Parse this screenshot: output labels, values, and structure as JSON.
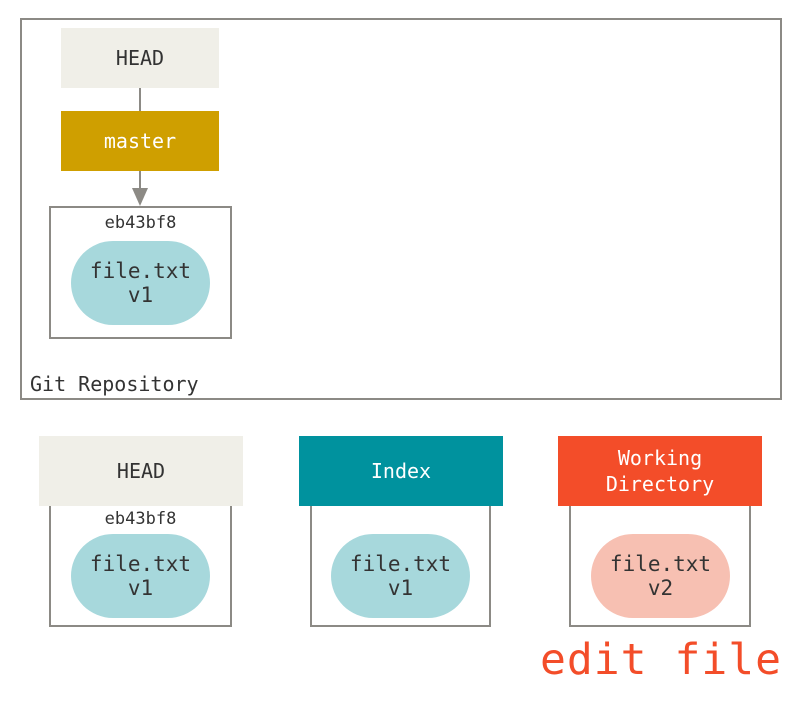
{
  "repository": {
    "label": "Git Repository",
    "head_ref": "HEAD",
    "branch_ref": "master",
    "commit": {
      "sha": "eb43bf8",
      "blob": {
        "name": "file.txt",
        "version": "v1"
      }
    }
  },
  "trees": {
    "head": {
      "title": "HEAD",
      "sha": "eb43bf8",
      "blob": {
        "name": "file.txt",
        "version": "v1"
      }
    },
    "index": {
      "title": "Index",
      "blob": {
        "name": "file.txt",
        "version": "v1"
      }
    },
    "working_directory": {
      "title_line1": "Working",
      "title_line2": "Directory",
      "blob": {
        "name": "file.txt",
        "version": "v2"
      }
    }
  },
  "action_label": "edit file",
  "colors": {
    "head": "#f0efe8",
    "branch": "#cf9f00",
    "index": "#00929e",
    "working_directory": "#f34d29",
    "blob_committed": "#a7d8dc",
    "blob_modified": "#f7c0b2",
    "border": "#8c8a85"
  }
}
